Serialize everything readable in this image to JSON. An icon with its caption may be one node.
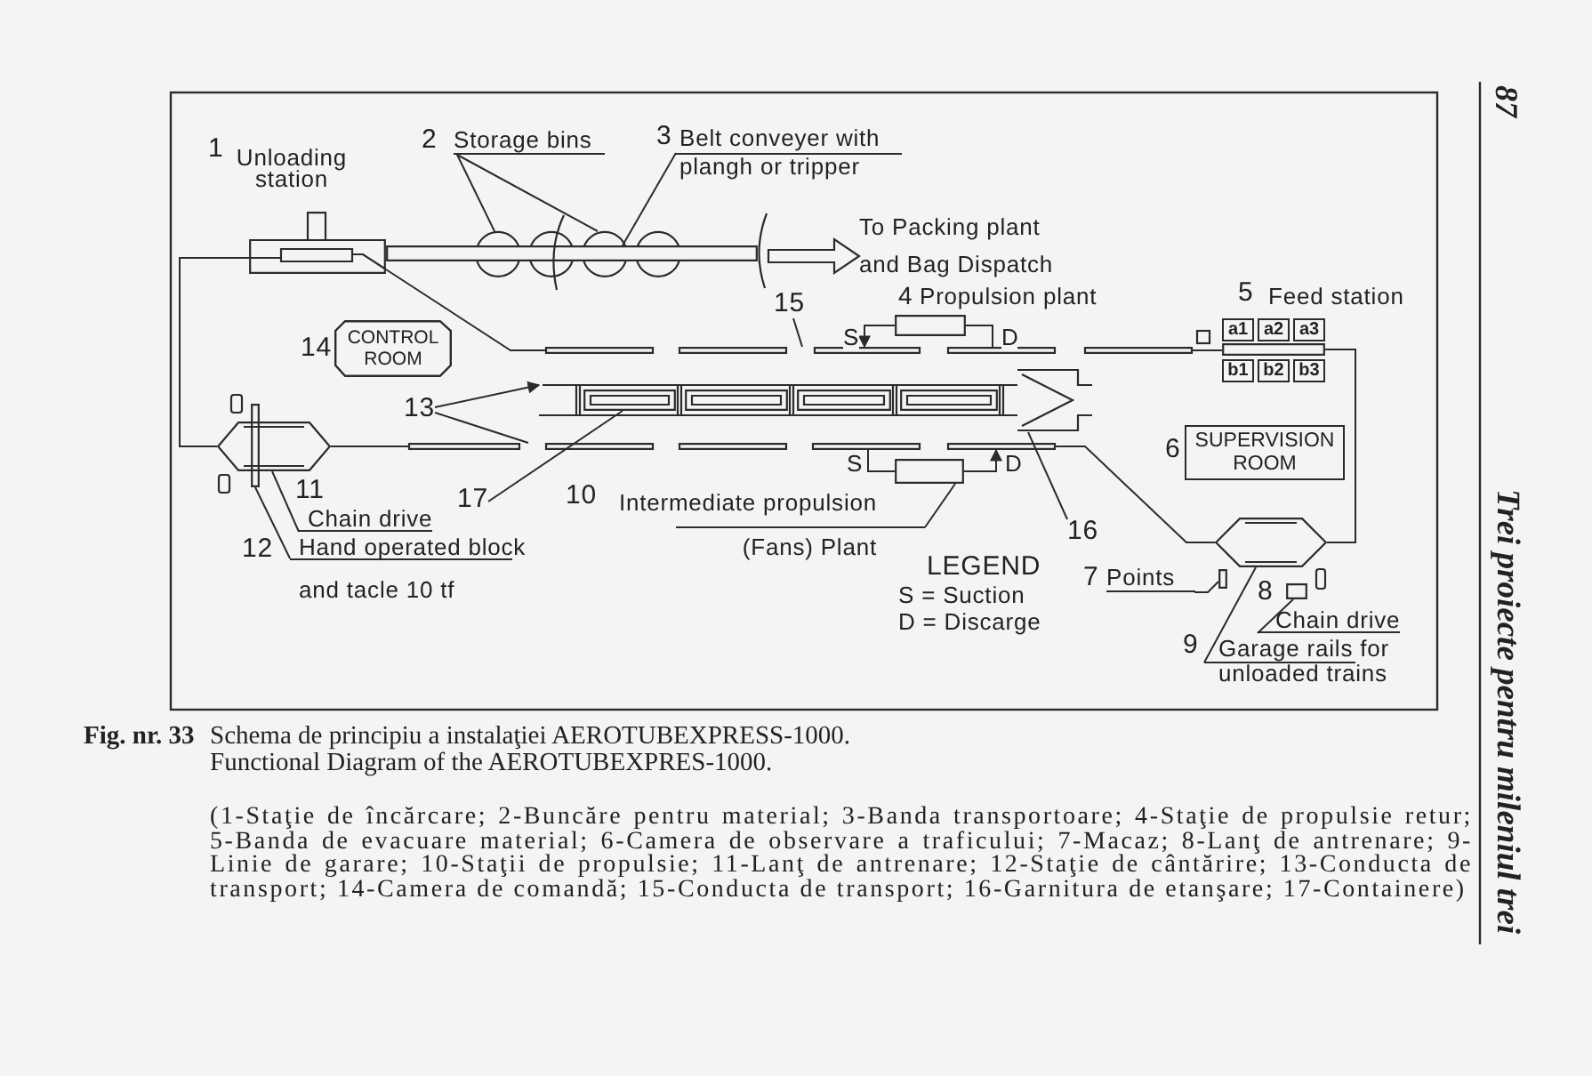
{
  "diagram": {
    "caption": "Schema de principiu a instalaţiei AEROTUBEXPRESS-1000. Functional Diagram of the AEROTUBEXPRES-1000.",
    "nodes": [
      {
        "text": [],
        "shape": "box",
        "beside": [
          "1",
          "Unloading station"
        ]
      },
      {
        "text": [
          "Storage bins"
        ],
        "beside": [
          "2"
        ]
      },
      {
        "text": [
          "Belt conveyer with plangh or tripper"
        ],
        "beside": [
          "3"
        ]
      },
      {
        "text": [],
        "shape": "circle"
      },
      {
        "text": [],
        "shape": "circle"
      },
      {
        "text": [],
        "shape": "circle"
      },
      {
        "text": [],
        "shape": "circle"
      },
      {
        "text": [],
        "shape": "bar"
      },
      {
        "text": [],
        "shape": "arc"
      },
      {
        "text": [],
        "shape": "arc"
      },
      {
        "text": [
          "To Packing plant and Bag Dispatch"
        ]
      },
      {
        "text": [
          "15"
        ]
      },
      {
        "text": [],
        "shape": "box",
        "beside": [
          "4",
          "Propulsion plant"
        ]
      },
      {
        "text": [],
        "shape": "pipe"
      },
      {
        "text": [
          "a1"
        ]
      },
      {
        "text": [
          "a2"
        ]
      },
      {
        "text": [
          "a3"
        ]
      },
      {
        "text": [
          "b1"
        ]
      },
      {
        "text": [
          "b2"
        ]
      },
      {
        "text": [
          "b3"
        ]
      },
      {
        "text": [],
        "shape": "bar"
      },
      {
        "text": [
          "CONTROL ROOM"
        ],
        "beside": [
          "14"
        ]
      },
      {
        "text": [
          "13"
        ]
      },
      {
        "text": [],
        "shape": "hexagon"
      },
      {
        "text": [],
        "shape": "bar"
      },
      {
        "text": [],
        "shape": "pipe"
      },
      {
        "text": [],
        "shape": "box",
        "in": 25
      },
      {
        "text": [],
        "shape": "box",
        "in": 25
      },
      {
        "text": [],
        "shape": "box",
        "in": 25
      },
      {
        "text": [],
        "shape": "box",
        "in": 25
      },
      {
        "text": [
          "17"
        ]
      },
      {
        "text": [
          "SUPERVISION ROOM"
        ],
        "beside": [
          "6"
        ]
      },
      {
        "text": [],
        "shape": "pipe"
      },
      {
        "text": [
          "Intermediate propulsion (Fans) Plant"
        ],
        "beside": [
          "10"
        ]
      },
      {
        "text": [],
        "shape": "box"
      },
      {
        "text": [
          "16"
        ]
      },
      {
        "text": [
          "Chain drive"
        ],
        "beside": [
          "11"
        ]
      },
      {
        "text": [
          "Hand operated block and tacle 10 tf"
        ],
        "beside": [
          "12"
        ]
      },
      {
        "text": [],
        "shape": "hexagon"
      },
      {
        "text": [
          "Points"
        ],
        "beside": [
          "7"
        ]
      },
      {
        "text": [],
        "shape": "box"
      },
      {
        "text": [],
        "shape": "box",
        "beside": [
          "8"
        ]
      },
      {
        "text": [
          "Chain drive"
        ]
      },
      {
        "text": [
          "Garage rails for unloaded trains"
        ],
        "beside": [
          "9"
        ]
      }
    ],
    "edges": [
      {
        "from": 1,
        "to": 3,
        "arrow": "none"
      },
      {
        "from": 1,
        "to": 5,
        "arrow": "none"
      },
      {
        "from": 2,
        "to": 7,
        "arrow": "none"
      },
      {
        "from": 9,
        "to": 10,
        "arrow": "to"
      },
      {
        "from": 0,
        "to": 23,
        "arrow": "none"
      },
      {
        "from": 0,
        "to": 13,
        "arrow": "none"
      },
      {
        "from": 11,
        "to": 13,
        "arrow": "none"
      },
      {
        "from": 12,
        "to": 13,
        "arrow": "to",
        "label": "S"
      },
      {
        "from": 12,
        "to": 13,
        "arrow": "none",
        "label": "D"
      },
      {
        "from": 13,
        "to": 20,
        "arrow": "none"
      },
      {
        "from": 20,
        "to": 38,
        "arrow": "none"
      },
      {
        "from": 22,
        "to": 25,
        "arrow": "to"
      },
      {
        "from": 22,
        "to": 32,
        "arrow": "none"
      },
      {
        "from": 23,
        "to": 32,
        "arrow": "none"
      },
      {
        "from": 30,
        "to": 26,
        "arrow": "none"
      },
      {
        "from": 33,
        "to": 34,
        "arrow": "none"
      },
      {
        "from": 34,
        "to": 32,
        "arrow": "none",
        "label": "S"
      },
      {
        "from": 34,
        "to": 32,
        "arrow": "to",
        "label": "D"
      },
      {
        "from": 35,
        "to": 25,
        "arrow": "none"
      },
      {
        "from": 32,
        "to": 38,
        "arrow": "none"
      },
      {
        "from": 36,
        "to": 23,
        "arrow": "none"
      },
      {
        "from": 37,
        "to": 24,
        "arrow": "none"
      },
      {
        "from": 39,
        "to": 40,
        "arrow": "none"
      },
      {
        "from": 42,
        "to": 41,
        "arrow": "none"
      },
      {
        "from": 43,
        "to": 38,
        "arrow": "none"
      }
    ],
    "labels": [
      "5",
      "Feed station",
      "LEGEND",
      "Fig. nr. 33",
      "(1-Staţie de încărcare; 2-Buncăre pentru material; 3-Banda transportoare; 4-Staţie de propulsie retur; 5-Banda de evacuare material; 6-Camera de observare a traficului; 7-Macaz; 8-Lanţ de antrenare; 9-Linie de garare; 10-Staţii de propulsie; 11-Lanţ de antrenare; 12-Staţie de cântărire; 13-Conducta de transport; 14-Camera de comandă; 15-Conducta de transport; 16-Garnitura de etanşare; 17-Containere)",
      "87",
      "Trei proiecte pentru mileniul trei"
    ],
    "legend": [
      {
        "text": "S = Suction"
      },
      {
        "text": "D = Discarge"
      }
    ]
  }
}
